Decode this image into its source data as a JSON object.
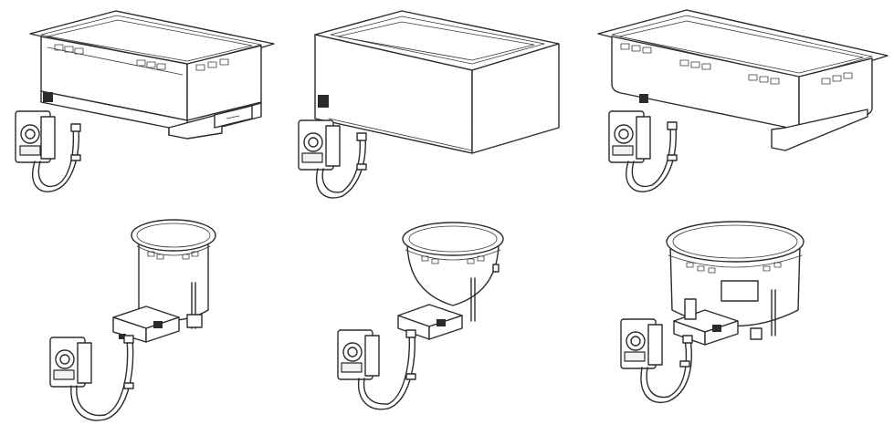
{
  "figure": {
    "background": "#ffffff",
    "line_color": "#2b2b2b",
    "units": [
      {
        "row": 1,
        "col": 1,
        "kind": "rectangular-well-with-drain-shelf",
        "accessory": "control-box-with-hose"
      },
      {
        "row": 1,
        "col": 2,
        "kind": "rectangular-insulated-box-well",
        "accessory": "control-box-with-hose"
      },
      {
        "row": 1,
        "col": 3,
        "kind": "rectangular-flanged-pan-well",
        "accessory": "control-box-with-hose"
      },
      {
        "row": 2,
        "col": 1,
        "kind": "round-deep-well",
        "accessory": "control-box-with-hose"
      },
      {
        "row": 2,
        "col": 2,
        "kind": "round-shallow-well",
        "accessory": "control-box-with-hose"
      },
      {
        "row": 2,
        "col": 3,
        "kind": "round-wide-well",
        "accessory": "control-box-with-hose"
      }
    ]
  }
}
